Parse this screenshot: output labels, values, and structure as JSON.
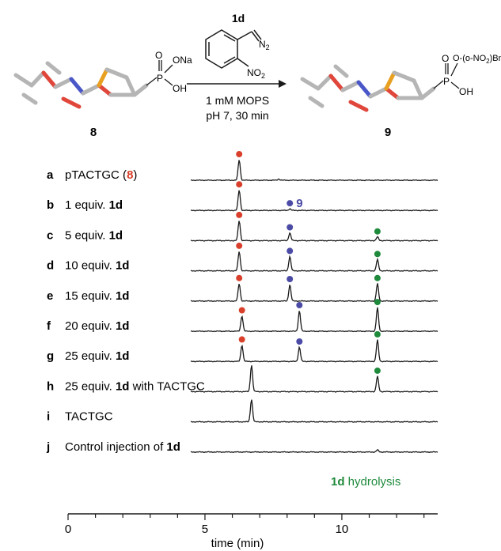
{
  "scheme": {
    "reagent_label": "1d",
    "reagent_substituent_top": "N",
    "reagent_substituent_top_sub": "2",
    "reagent_substituent_bottom": "NO",
    "reagent_substituent_bottom_sub": "2",
    "conditions_line1": "1 mM MOPS",
    "conditions_line2": "pH 7, 30 min",
    "start_compound": "8",
    "product_compound": "9",
    "start_groups": {
      "p": "P",
      "o1": "O",
      "ona": "ONa",
      "oh": "OH"
    },
    "product_groups": {
      "p": "P",
      "o1": "O",
      "ester": "O-(o-NO",
      "ester_sub": "2",
      "ester_end": ")Bn",
      "oh": "OH"
    }
  },
  "colors": {
    "red": "#d9402b",
    "blue": "#4b4ba6",
    "green": "#1f8a3c",
    "trace": "#1a1a1a",
    "atom_red": "#e0463a",
    "atom_blue": "#4a57c8",
    "atom_orange": "#e8a020",
    "atom_grey": "#b5b5b5"
  },
  "traces": [
    {
      "letter": "a",
      "pre": "pTACTGC (",
      "bold": "",
      "post": ")",
      "num": "8",
      "peaks": [
        {
          "t": 6.25,
          "h": 1.0,
          "marker": "red"
        },
        {
          "t": 7.7,
          "h": 0.06,
          "marker": ""
        }
      ]
    },
    {
      "letter": "b",
      "pre": "1 equiv. ",
      "bold": "1d",
      "post": "",
      "num": "",
      "peaks": [
        {
          "t": 6.25,
          "h": 1.0,
          "marker": "red"
        },
        {
          "t": 8.1,
          "h": 0.08,
          "marker": "blue"
        }
      ]
    },
    {
      "letter": "c",
      "pre": "5 equiv. ",
      "bold": "1d",
      "post": "",
      "num": "",
      "peaks": [
        {
          "t": 6.25,
          "h": 0.98,
          "marker": "red"
        },
        {
          "t": 8.1,
          "h": 0.38,
          "marker": "blue"
        },
        {
          "t": 11.3,
          "h": 0.18,
          "marker": "green"
        }
      ]
    },
    {
      "letter": "d",
      "pre": "10 equiv. ",
      "bold": "1d",
      "post": "",
      "num": "",
      "peaks": [
        {
          "t": 6.25,
          "h": 0.95,
          "marker": "red"
        },
        {
          "t": 8.1,
          "h": 0.7,
          "marker": "blue"
        },
        {
          "t": 11.3,
          "h": 0.55,
          "marker": "green"
        }
      ]
    },
    {
      "letter": "e",
      "pre": "15 equiv. ",
      "bold": "1d",
      "post": "",
      "num": "",
      "peaks": [
        {
          "t": 6.25,
          "h": 0.85,
          "marker": "red"
        },
        {
          "t": 8.1,
          "h": 0.8,
          "marker": "blue"
        },
        {
          "t": 11.3,
          "h": 0.85,
          "marker": "green"
        }
      ]
    },
    {
      "letter": "f",
      "pre": "20 equiv. ",
      "bold": "1d",
      "post": "",
      "num": "",
      "peaks": [
        {
          "t": 6.35,
          "h": 0.75,
          "marker": "red"
        },
        {
          "t": 8.45,
          "h": 1.0,
          "marker": "blue"
        },
        {
          "t": 11.3,
          "h": 1.15,
          "marker": "green"
        }
      ]
    },
    {
      "letter": "g",
      "pre": "25 equiv. ",
      "bold": "1d",
      "post": "",
      "num": "",
      "peaks": [
        {
          "t": 6.35,
          "h": 0.8,
          "marker": "red"
        },
        {
          "t": 8.45,
          "h": 0.7,
          "marker": "blue"
        },
        {
          "t": 11.3,
          "h": 1.05,
          "marker": "green"
        }
      ]
    },
    {
      "letter": "h",
      "pre": "25 equiv. ",
      "bold": "1d",
      "post": " with TACTGC",
      "num": "",
      "peaks": [
        {
          "t": 6.7,
          "h": 1.3,
          "marker": ""
        },
        {
          "t": 11.3,
          "h": 0.75,
          "marker": "green"
        }
      ]
    },
    {
      "letter": "i",
      "pre": "TACTGC",
      "bold": "",
      "post": "",
      "num": "",
      "peaks": [
        {
          "t": 6.7,
          "h": 1.1,
          "marker": ""
        }
      ]
    },
    {
      "letter": "j",
      "pre": "Control injection of ",
      "bold": "1d",
      "post": "",
      "num": "",
      "peaks": [
        {
          "t": 11.3,
          "h": 0.1,
          "marker": ""
        }
      ]
    }
  ],
  "annotations": {
    "trace_b_label": "9",
    "hydrolysis_bold": "1d",
    "hydrolysis_text": " hydrolysis"
  },
  "axis": {
    "xlabel": "time (min)",
    "ticks": [
      0,
      5,
      10
    ],
    "xlim": [
      0,
      13.5
    ]
  }
}
